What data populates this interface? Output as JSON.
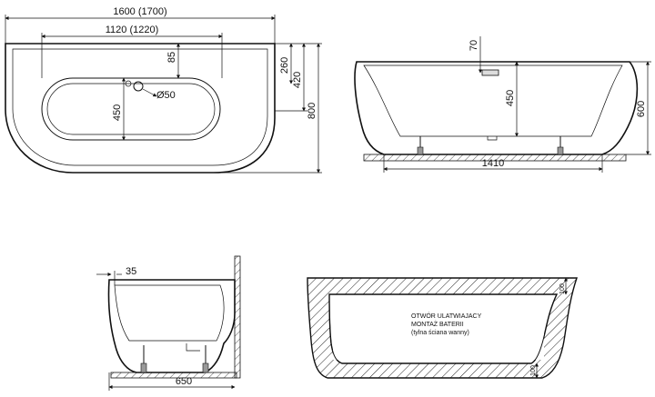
{
  "top_view": {
    "overall_length": "1600 (1700)",
    "inner_length": "1120 (1220)",
    "dim_85": "85",
    "dim_260": "260",
    "dim_420": "420",
    "dim_800": "800",
    "dim_450": "450",
    "drain": "Ø50"
  },
  "front_view": {
    "dim_70": "70",
    "dim_450": "450",
    "dim_600": "600",
    "dim_1410": "1410"
  },
  "side_view": {
    "dim_35": "35",
    "dim_650": "650"
  },
  "section_view": {
    "note_line1": "OTWÓR ULATWIAJACY",
    "note_line2": "MONTAŻ BATERII",
    "note_line3": "(tylna ściana wanny)",
    "dim_top": "100",
    "dim_bottom": "100"
  }
}
